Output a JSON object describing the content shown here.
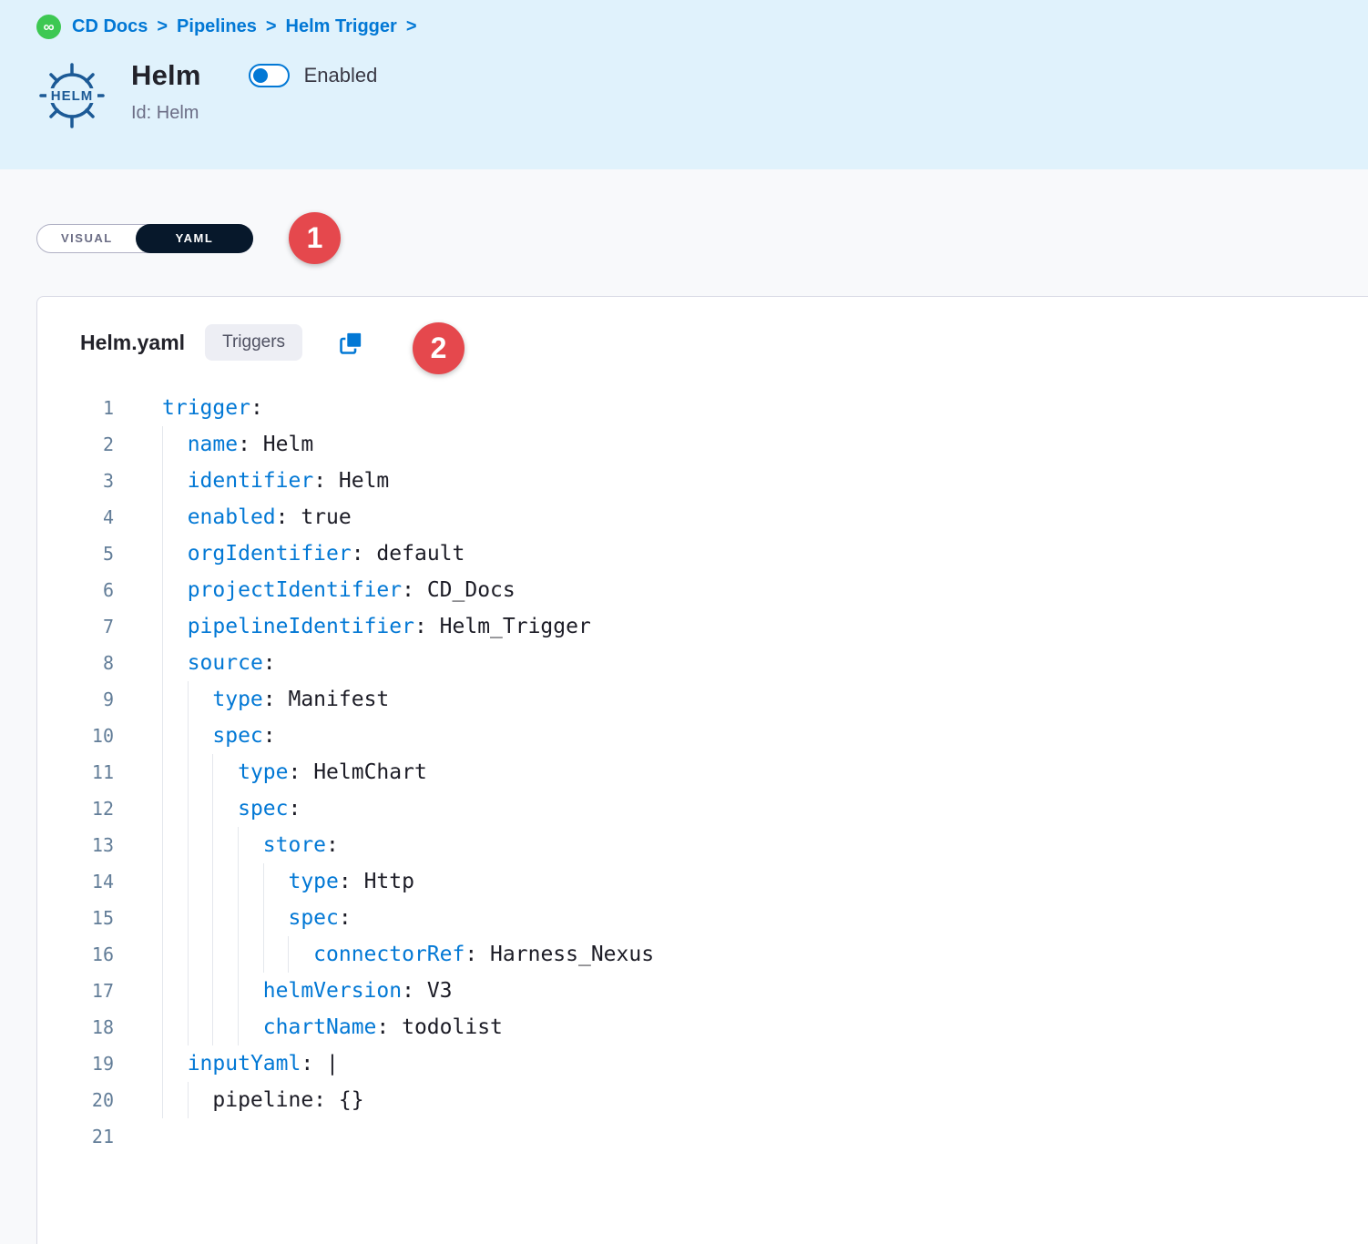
{
  "breadcrumb": {
    "separator": ">",
    "items": [
      {
        "label": "CD Docs"
      },
      {
        "label": "Pipelines"
      },
      {
        "label": "Helm Trigger"
      }
    ]
  },
  "header": {
    "logo_text": "HELM",
    "title": "Helm",
    "toggle_label": "Enabled",
    "toggle_state": "on",
    "id_text": "Id: Helm"
  },
  "view_toggle": {
    "visual_label": "VISUAL",
    "yaml_label": "YAML",
    "selected": "YAML"
  },
  "annotations": {
    "step1": "1",
    "step2": "2"
  },
  "editor": {
    "file_name": "Helm.yaml",
    "triggers_label": "Triggers",
    "copy_icon": "copy-icon",
    "lines": [
      {
        "num": "1",
        "indent": 0,
        "key": "trigger",
        "value": ""
      },
      {
        "num": "2",
        "indent": 2,
        "key": "name",
        "value": "Helm"
      },
      {
        "num": "3",
        "indent": 2,
        "key": "identifier",
        "value": "Helm"
      },
      {
        "num": "4",
        "indent": 2,
        "key": "enabled",
        "value": "true"
      },
      {
        "num": "5",
        "indent": 2,
        "key": "orgIdentifier",
        "value": "default"
      },
      {
        "num": "6",
        "indent": 2,
        "key": "projectIdentifier",
        "value": "CD_Docs"
      },
      {
        "num": "7",
        "indent": 2,
        "key": "pipelineIdentifier",
        "value": "Helm_Trigger"
      },
      {
        "num": "8",
        "indent": 2,
        "key": "source",
        "value": ""
      },
      {
        "num": "9",
        "indent": 4,
        "key": "type",
        "value": "Manifest"
      },
      {
        "num": "10",
        "indent": 4,
        "key": "spec",
        "value": ""
      },
      {
        "num": "11",
        "indent": 6,
        "key": "type",
        "value": "HelmChart"
      },
      {
        "num": "12",
        "indent": 6,
        "key": "spec",
        "value": ""
      },
      {
        "num": "13",
        "indent": 8,
        "key": "store",
        "value": ""
      },
      {
        "num": "14",
        "indent": 10,
        "key": "type",
        "value": "Http"
      },
      {
        "num": "15",
        "indent": 10,
        "key": "spec",
        "value": ""
      },
      {
        "num": "16",
        "indent": 12,
        "key": "connectorRef",
        "value": "Harness_Nexus"
      },
      {
        "num": "17",
        "indent": 8,
        "key": "helmVersion",
        "value": "V3"
      },
      {
        "num": "18",
        "indent": 8,
        "key": "chartName",
        "value": "todolist"
      },
      {
        "num": "19",
        "indent": 2,
        "key": "inputYaml",
        "value": "|"
      },
      {
        "num": "20",
        "indent": 4,
        "key": "",
        "value": "pipeline: {}"
      },
      {
        "num": "21",
        "indent": 0,
        "key": "",
        "value": ""
      }
    ]
  },
  "colors": {
    "accent_blue": "#0278D5",
    "header_bg": "#E0F2FC",
    "badge_red": "#E5484D",
    "yaml_tab_bg": "#07182B",
    "cd_icon_green": "#3DC852",
    "key_color": "#0278D5",
    "value_color": "#1C1C26",
    "line_number_color": "#627D98"
  }
}
